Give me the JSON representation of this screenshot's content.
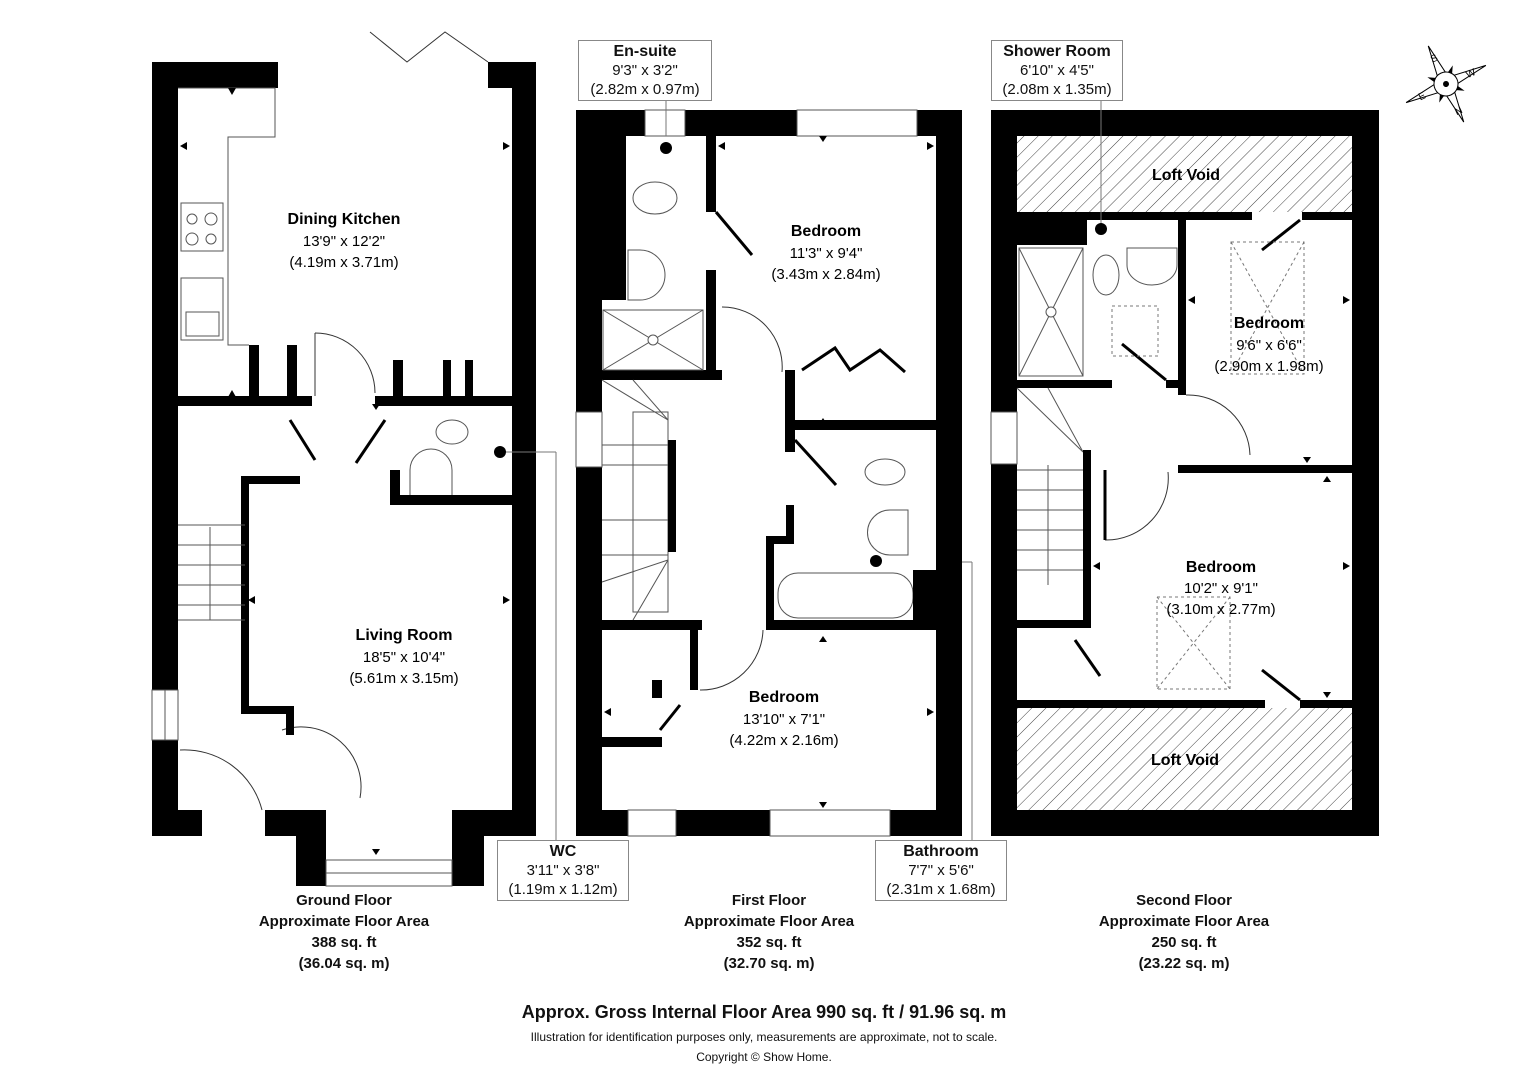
{
  "colors": {
    "wall": "#000000",
    "line": "#333333",
    "background": "#ffffff",
    "callout_border": "#888888"
  },
  "compass": {
    "icon": "compass-rose-icon",
    "labels": [
      "S",
      "W",
      "N",
      "E"
    ]
  },
  "ground_floor": {
    "rooms": [
      {
        "name": "Dining Kitchen",
        "imperial": "13'9\" x 12'2\"",
        "metric": "(4.19m x 3.71m)"
      },
      {
        "name": "Living Room",
        "imperial": "18'5\" x 10'4\"",
        "metric": "(5.61m x 3.15m)"
      }
    ],
    "callouts": [
      {
        "name": "WC",
        "imperial": "3'11\" x 3'8\"",
        "metric": "(1.19m x 1.12m)"
      }
    ],
    "summary": {
      "title": "Ground Floor",
      "subtitle": "Approximate Floor Area",
      "sqft": "388 sq. ft",
      "sqm": "(36.04 sq. m)"
    }
  },
  "first_floor": {
    "rooms": [
      {
        "name": "Bedroom",
        "imperial": "11'3\" x 9'4\"",
        "metric": "(3.43m x 2.84m)"
      },
      {
        "name": "Bedroom",
        "imperial": "13'10\" x 7'1\"",
        "metric": "(4.22m x 2.16m)"
      }
    ],
    "callouts": [
      {
        "name": "En-suite",
        "imperial": "9'3\" x 3'2\"",
        "metric": "(2.82m x 0.97m)"
      },
      {
        "name": "Bathroom",
        "imperial": "7'7\" x 5'6\"",
        "metric": "(2.31m x 1.68m)"
      }
    ],
    "summary": {
      "title": "First Floor",
      "subtitle": "Approximate Floor Area",
      "sqft": "352 sq. ft",
      "sqm": "(32.70 sq. m)"
    }
  },
  "second_floor": {
    "rooms": [
      {
        "name": "Loft Void"
      },
      {
        "name": "Bedroom",
        "imperial": "9'6\" x 6'6\"",
        "metric": "(2.90m x 1.98m)"
      },
      {
        "name": "Bedroom",
        "imperial": "10'2\" x 9'1\"",
        "metric": "(3.10m x 2.77m)"
      },
      {
        "name": "Loft Void"
      }
    ],
    "callouts": [
      {
        "name": "Shower Room",
        "imperial": "6'10\" x 4'5\"",
        "metric": "(2.08m x 1.35m)"
      }
    ],
    "summary": {
      "title": "Second Floor",
      "subtitle": "Approximate Floor Area",
      "sqft": "250 sq. ft",
      "sqm": "(23.22 sq. m)"
    }
  },
  "footer": {
    "gross_area": "Approx. Gross Internal Floor Area 990 sq. ft / 91.96 sq. m",
    "disclaimer": "Illustration for identification purposes only, measurements are approximate, not to scale.",
    "copyright": "Copyright © Show Home."
  }
}
